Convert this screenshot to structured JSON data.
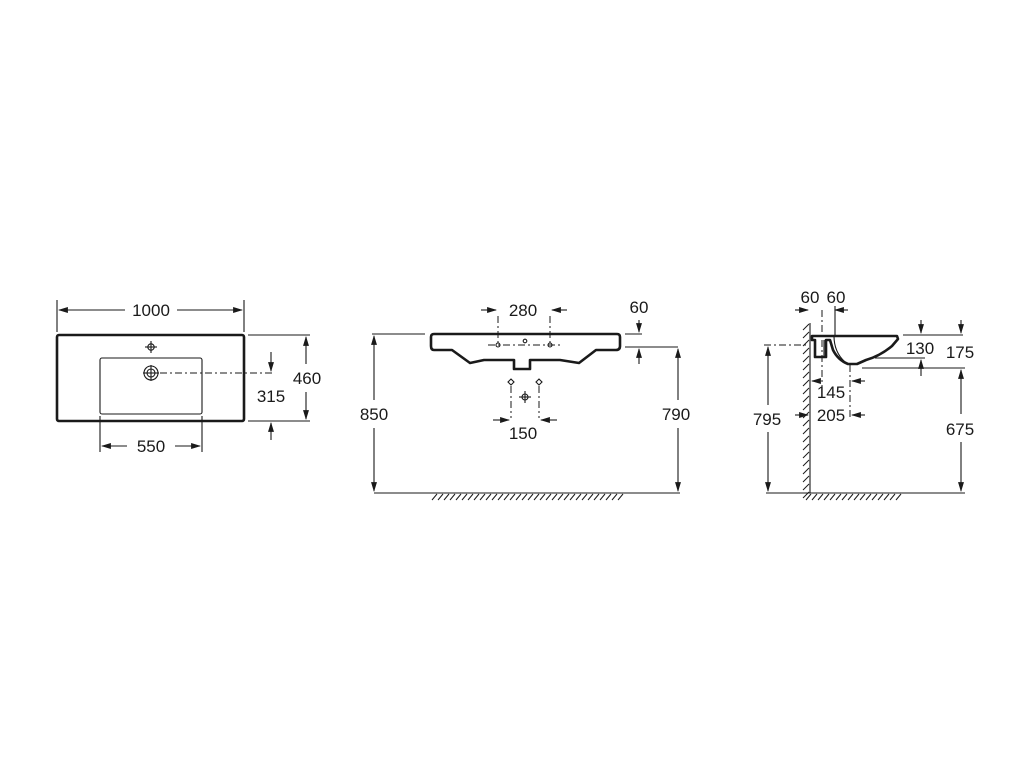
{
  "diagram": {
    "type": "technical-dimension-drawing",
    "subject": "wall-hung washbasin",
    "line_color": "#1a1a1a",
    "background": "#ffffff",
    "views": {
      "top_view": {
        "overall_width": "1000",
        "overall_depth": "460",
        "bowl_width": "550",
        "drain_offset": "315"
      },
      "front_view": {
        "tap_hole_spacing": "280",
        "rim_thickness": "60",
        "height_to_rim": "850",
        "height_to_underside": "790",
        "supply_spacing": "150"
      },
      "side_view": {
        "wall_offset_1": "60",
        "wall_offset_2": "60",
        "bowl_depth": "130",
        "total_depth": "175",
        "drain_from_wall_1": "145",
        "drain_from_wall_2": "205",
        "drain_height": "795",
        "underside_height": "675"
      }
    }
  }
}
